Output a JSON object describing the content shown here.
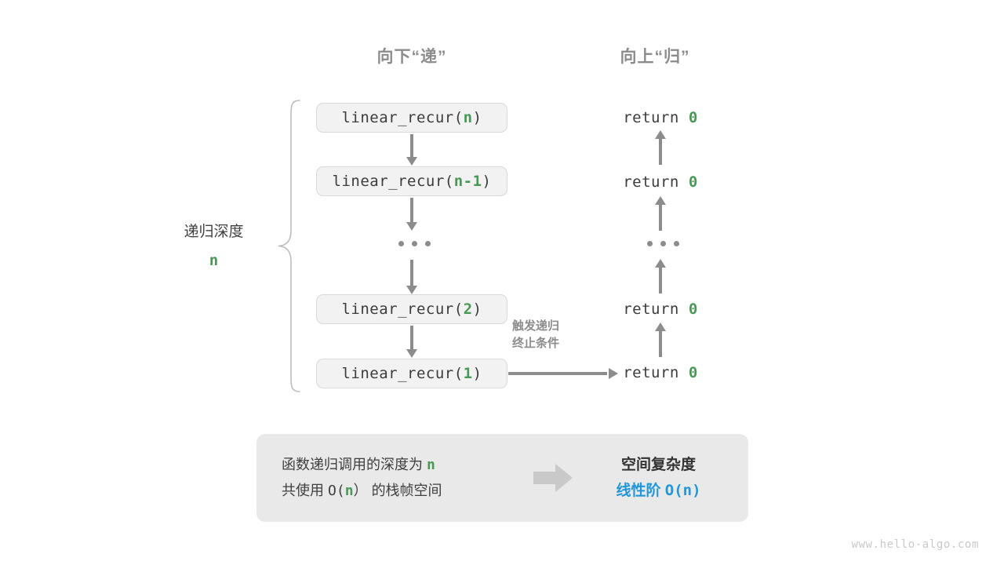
{
  "headers": {
    "down": "向下“递”",
    "up": "向上“归”"
  },
  "depth": {
    "label": "递归深度",
    "value": "n"
  },
  "call_stack": [
    {
      "prefix": "linear_recur(",
      "arg": "n",
      "suffix": ")"
    },
    {
      "prefix": "linear_recur(",
      "arg": "n-1",
      "suffix": ")"
    },
    {
      "prefix": "linear_recur(",
      "arg": "2",
      "suffix": ")"
    },
    {
      "prefix": "linear_recur(",
      "arg": "1",
      "suffix": ")"
    }
  ],
  "returns": [
    {
      "keyword": "return",
      "value": "0"
    },
    {
      "keyword": "return",
      "value": "0"
    },
    {
      "keyword": "return",
      "value": "0"
    },
    {
      "keyword": "return",
      "value": "0"
    }
  ],
  "ellipsis": "• • •",
  "trigger_note": {
    "line1": "触发递归",
    "line2": "终止条件"
  },
  "summary": {
    "left_line1_a": "函数递归调用的深度为",
    "left_line1_n": "n",
    "left_line2_a": "共使用",
    "left_line2_big_o": "O(",
    "left_line2_n": "n",
    "left_line2_close": "）",
    "left_line2_b": "的栈帧空间",
    "arrow_icon": "right-block-arrow-icon",
    "right_title": "空间复杂度",
    "right_order": "线性阶",
    "right_value": "O(n)"
  },
  "watermark": "www.hello-algo.com",
  "colors": {
    "accent_green": "#4a9856",
    "accent_blue": "#2196d8",
    "gray_arrow": "#8c8c8c",
    "box_fill": "#f2f2f2",
    "box_border": "#d9d9d9",
    "panel_fill": "#e9e9e9"
  }
}
